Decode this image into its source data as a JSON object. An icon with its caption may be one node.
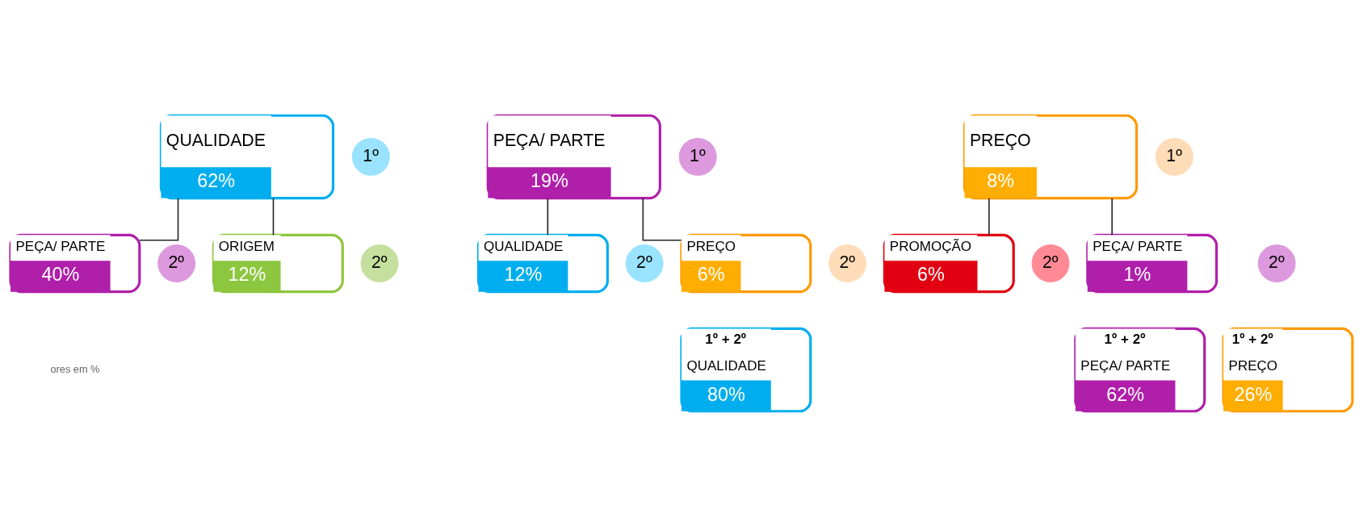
{
  "diagram": {
    "nodes": [
      {
        "text": [
          "QUALIDADE",
          "62%"
        ]
      },
      {
        "text": [
          "1º"
        ]
      },
      {
        "text": [
          "PEÇA/ PARTE",
          "40%"
        ]
      },
      {
        "text": [
          "2º"
        ]
      },
      {
        "text": [
          "ORIGEM",
          "12%"
        ]
      },
      {
        "text": [
          "2º"
        ]
      },
      {
        "text": [
          "PEÇA/ PARTE",
          "19%"
        ]
      },
      {
        "text": [
          "1º"
        ]
      },
      {
        "text": [
          "QUALIDADE",
          "12%"
        ]
      },
      {
        "text": [
          "2º"
        ]
      },
      {
        "text": [
          "PREÇO",
          "6%"
        ]
      },
      {
        "text": [
          "2º"
        ]
      },
      {
        "text": [
          "PREÇO",
          "8%"
        ]
      },
      {
        "text": [
          "1º"
        ]
      },
      {
        "text": [
          "PROMOÇÃO",
          "6%"
        ]
      },
      {
        "text": [
          "2º"
        ]
      },
      {
        "text": [
          "PEÇA/ PARTE",
          "1%"
        ]
      },
      {
        "text": [
          "2º"
        ]
      },
      {
        "text": [
          "1º + 2º",
          "QUALIDADE",
          "80%"
        ]
      },
      {
        "text": [
          "1º + 2º",
          "PEÇA/ PARTE",
          "62%"
        ]
      },
      {
        "text": [
          "1º + 2º",
          "PREÇO",
          "26%"
        ]
      }
    ],
    "edges": [
      {
        "from": 0,
        "to": 2,
        "arrow": "none"
      },
      {
        "from": 0,
        "to": 4,
        "arrow": "none"
      },
      {
        "from": 6,
        "to": 8,
        "arrow": "none"
      },
      {
        "from": 6,
        "to": 10,
        "arrow": "none"
      },
      {
        "from": 12,
        "to": 14,
        "arrow": "none"
      },
      {
        "from": 12,
        "to": 16,
        "arrow": "none"
      }
    ],
    "labels": [
      "ores em %"
    ]
  }
}
